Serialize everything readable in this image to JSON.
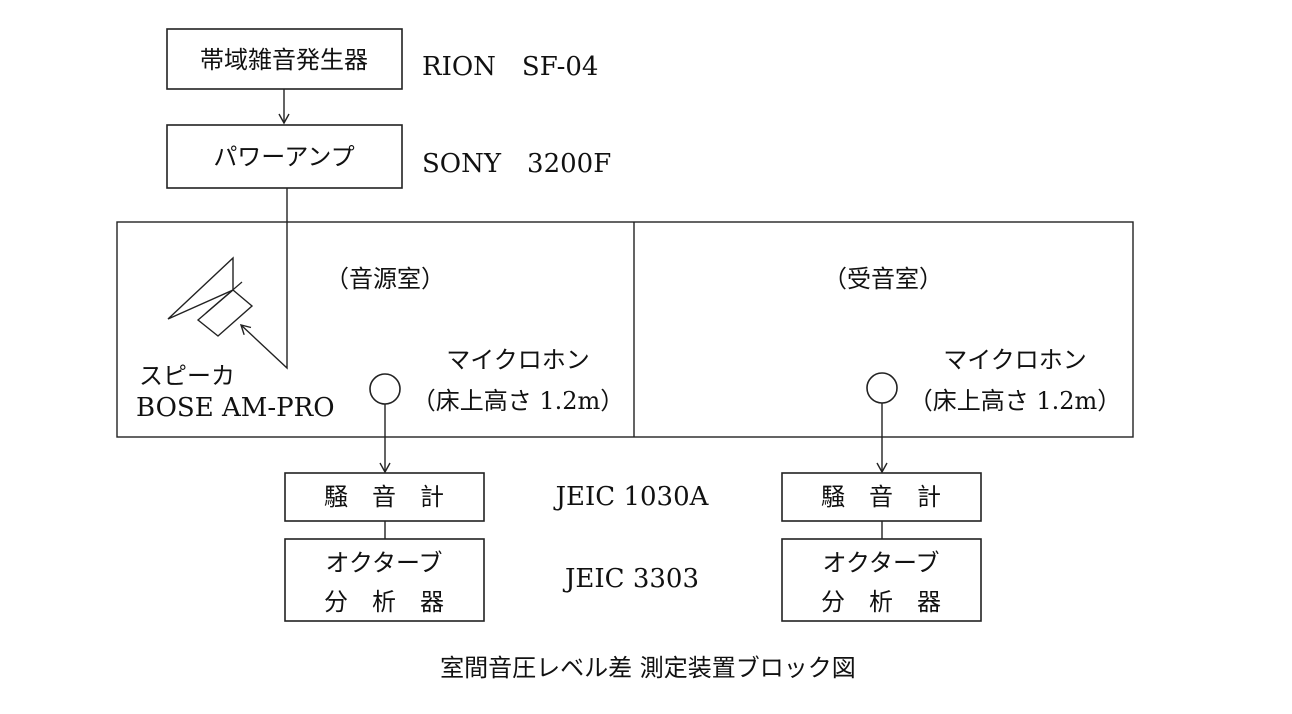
{
  "generator": {
    "label": "帯域雑音発生器",
    "model": "RION　SF-04"
  },
  "amplifier": {
    "label": "パワーアンプ",
    "model": "SONY　3200F"
  },
  "source_room": {
    "title": "（音源室）",
    "speaker_label": "スピーカ",
    "speaker_model": "BOSE AM-PRO",
    "mic_label": "マイクロホン",
    "mic_height": "（床上高さ 1.2m）"
  },
  "receive_room": {
    "title": "（受音室）",
    "mic_label": "マイクロホン",
    "mic_height": "（床上高さ 1.2m）"
  },
  "sound_level_meter": {
    "label": "騒　音　計",
    "model": "JEIC 1030A"
  },
  "octave_analyzer": {
    "label_line1": "オクターブ",
    "label_line2": "分　析　器",
    "model": "JEIC 3303"
  },
  "caption": "室間音圧レベル差 測定装置ブロック図"
}
